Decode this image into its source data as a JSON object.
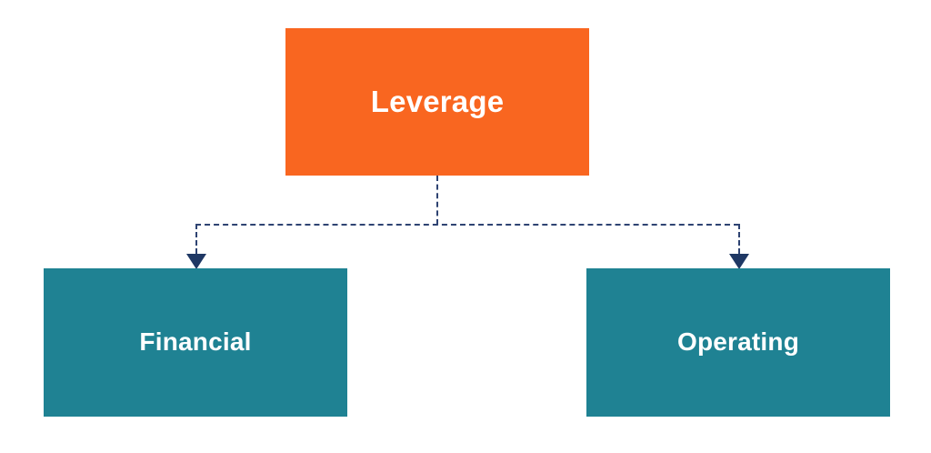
{
  "diagram": {
    "type": "hierarchy-tree",
    "title": "Leverage",
    "root": {
      "label": "Leverage",
      "fill_color": "#f96620",
      "text_color": "#ffffff"
    },
    "children": [
      {
        "label": "Financial",
        "fill_color": "#1f8293",
        "text_color": "#ffffff"
      },
      {
        "label": "Operating",
        "fill_color": "#1f8293",
        "text_color": "#ffffff"
      }
    ],
    "connectors": {
      "style": "dashed",
      "line_color": "#2e4372",
      "arrowhead_color": "#1f3864",
      "arrowhead_shape": "filled-triangle-down"
    },
    "background_color": "#ffffff"
  }
}
